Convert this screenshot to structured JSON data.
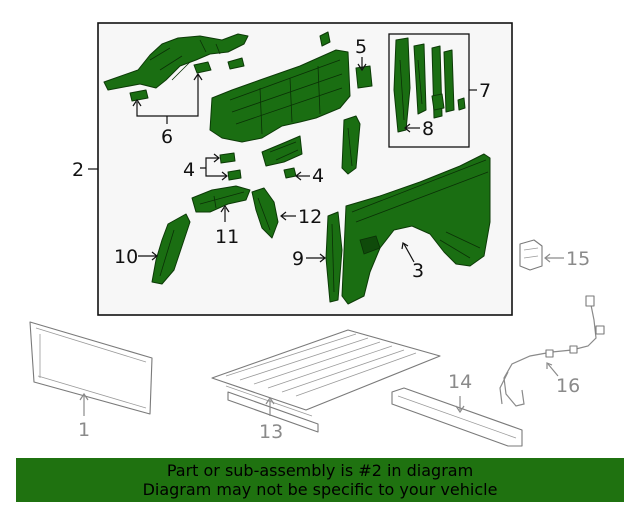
{
  "callouts": {
    "c1": "1",
    "c2": "2",
    "c3": "3",
    "c4a": "4",
    "c4b": "4",
    "c5": "5",
    "c6": "6",
    "c7": "7",
    "c8": "8",
    "c9": "9",
    "c10": "10",
    "c11": "11",
    "c12": "12",
    "c13": "13",
    "c14": "14",
    "c15": "15",
    "c16": "16"
  },
  "banner": {
    "line1": "Part or sub-assembly is #2 in diagram",
    "line2": "Diagram may not be specific to your vehicle"
  },
  "colors": {
    "highlight_green": "#1a6e12",
    "banner_green": "#1f7210",
    "frame_bg": "#f7f7f7",
    "inactive_grey": "#8a8a8a"
  }
}
